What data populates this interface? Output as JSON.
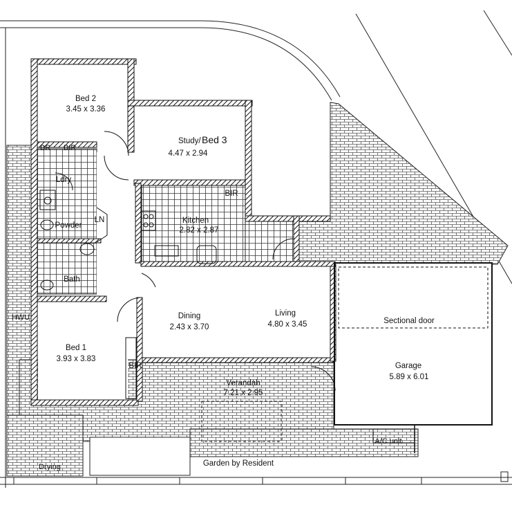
{
  "plan": {
    "rooms": {
      "bed2": {
        "name": "Bed 2",
        "size": "3.45 x 3.36"
      },
      "study": {
        "name_prefix": "Study/",
        "name_suffix": "Bed 3",
        "size": "4.47 x 2.94"
      },
      "bir_bed2": {
        "name": "BIR"
      },
      "br_bed2": {
        "name": "BR"
      },
      "bir_study": {
        "name": "BIR"
      },
      "ldry": {
        "name": "Ldry"
      },
      "powder": {
        "name": "Powder"
      },
      "ln": {
        "name": "LN"
      },
      "bath": {
        "name": "Bath"
      },
      "kitchen": {
        "name": "Kitchen",
        "size": "2.82 x 2.87"
      },
      "hwu": {
        "name": "HWU"
      },
      "bed1": {
        "name": "Bed 1",
        "size": "3.93 x 3.83"
      },
      "bir_bed1": {
        "name": "BIR"
      },
      "dining": {
        "name": "Dining",
        "size": "2.43 x 3.70"
      },
      "living": {
        "name": "Living",
        "size": "4.80 x 3.45"
      },
      "sectional_door": {
        "name": "Sectional door"
      },
      "garage": {
        "name": "Garage",
        "size": "5.89 x 6.01"
      },
      "verandah": {
        "name": "Verandah",
        "size": "7.21 x 2.95"
      },
      "ac_unit": {
        "name": "A/C unit"
      },
      "garden": {
        "name": "Garden by Resident"
      },
      "drying": {
        "name": "Drying"
      }
    }
  }
}
